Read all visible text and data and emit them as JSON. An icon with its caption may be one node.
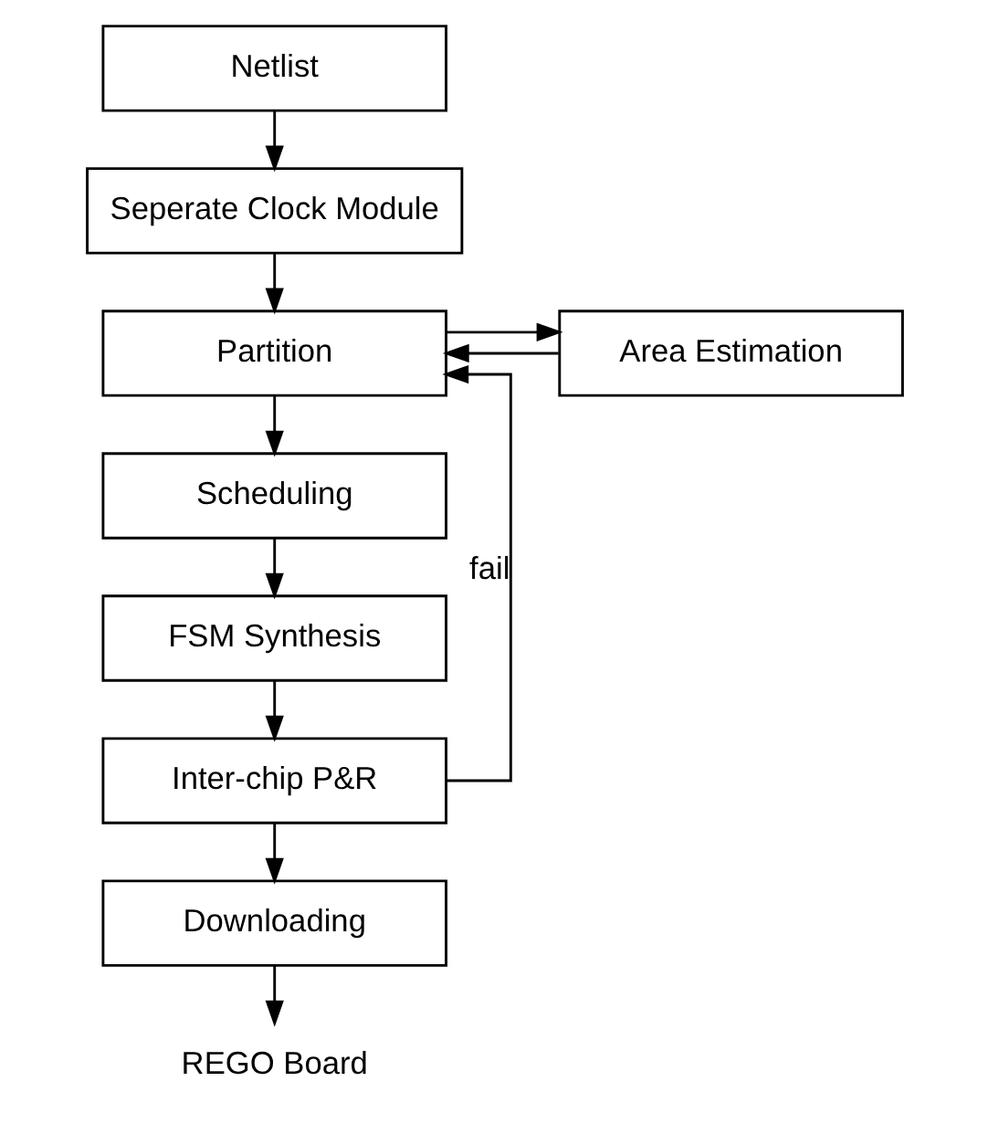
{
  "diagram": {
    "nodes": [
      {
        "text": [
          "Netlist"
        ]
      },
      {
        "text": [
          "Seperate Clock Module"
        ]
      },
      {
        "text": [
          "Partition"
        ]
      },
      {
        "text": [
          "Area Estimation"
        ]
      },
      {
        "text": [
          "Scheduling"
        ]
      },
      {
        "text": [
          "FSM Synthesis"
        ]
      },
      {
        "text": [
          "Inter-chip P&R"
        ]
      },
      {
        "text": [
          "Downloading"
        ]
      },
      {
        "text": [
          "REGO Board"
        ]
      }
    ],
    "edges": [
      {
        "from": 0,
        "to": 1,
        "arrow": "to"
      },
      {
        "from": 1,
        "to": 2,
        "arrow": "to"
      },
      {
        "from": 2,
        "to": 3,
        "arrow": "to"
      },
      {
        "from": 3,
        "to": 2,
        "arrow": "to"
      },
      {
        "from": 2,
        "to": 4,
        "arrow": "to"
      },
      {
        "from": 4,
        "to": 5,
        "arrow": "to"
      },
      {
        "from": 5,
        "to": 6,
        "arrow": "to"
      },
      {
        "from": 6,
        "to": 2,
        "arrow": "to",
        "label": "fail"
      },
      {
        "from": 6,
        "to": 7,
        "arrow": "to"
      },
      {
        "from": 7,
        "to": 8,
        "arrow": "to"
      }
    ]
  }
}
